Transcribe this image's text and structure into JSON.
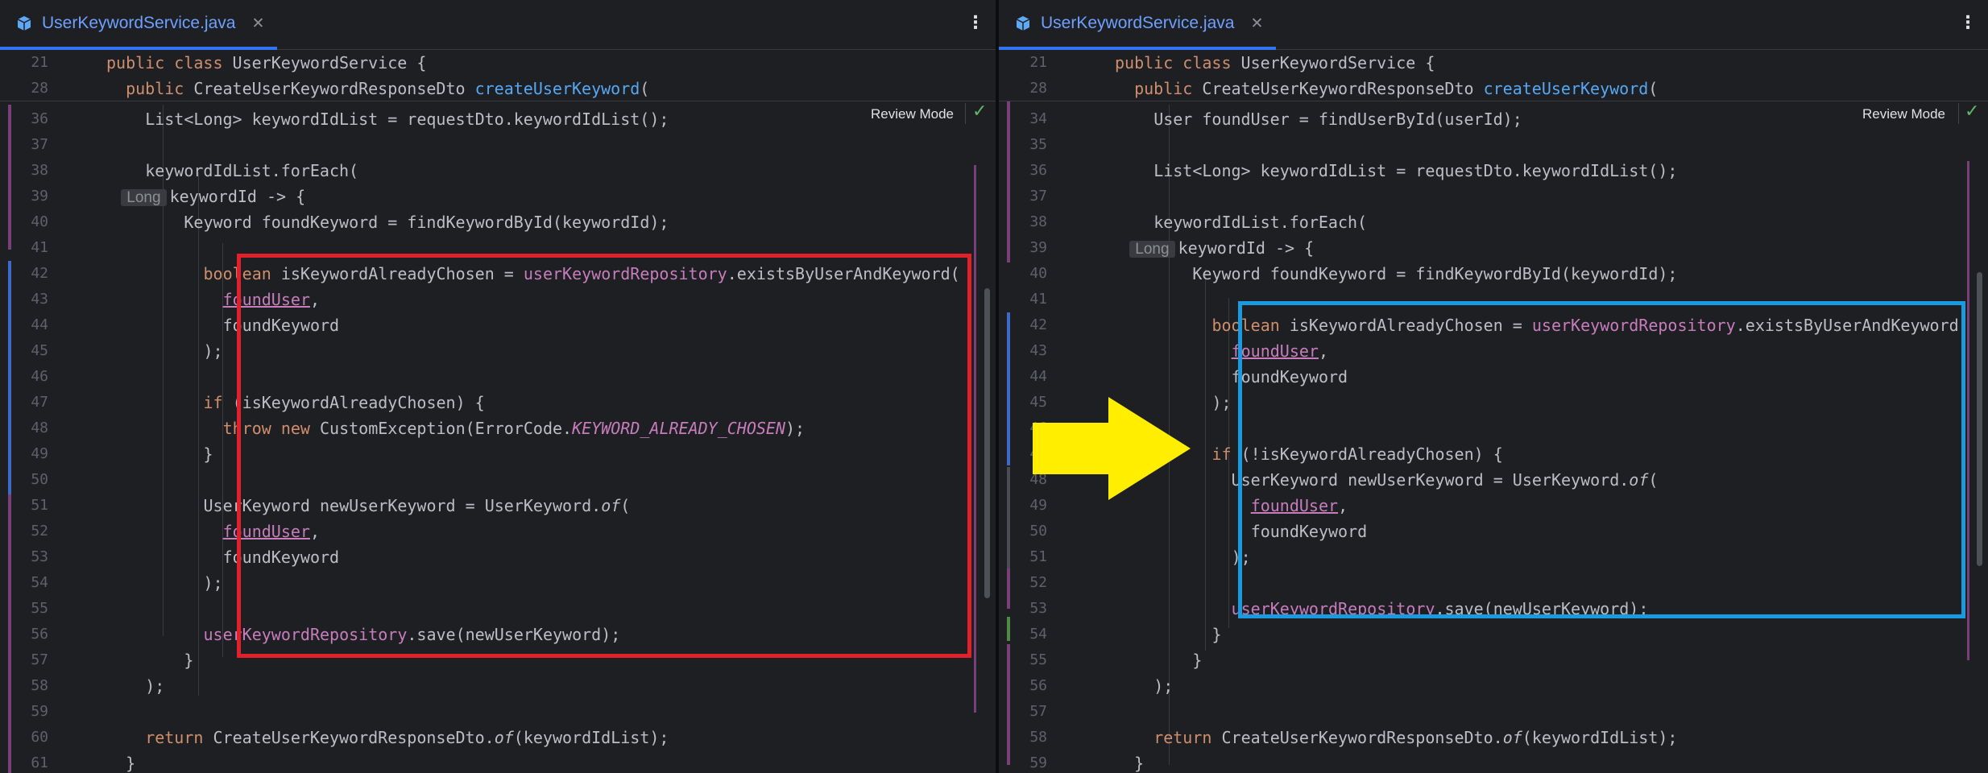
{
  "left": {
    "tab_title": "UserKeywordService.java",
    "review_mode_label": "Review Mode",
    "sticky": [
      {
        "ln": "21",
        "segments": [
          [
            "kw",
            "public class "
          ],
          [
            "",
            "UserKeywordService {"
          ]
        ]
      },
      {
        "ln": "28",
        "segments": [
          [
            "kw",
            "public "
          ],
          [
            "",
            "CreateUserKeywordResponseDto "
          ],
          [
            "fn",
            "createUserKeyword"
          ],
          [
            "",
            "("
          ]
        ]
      }
    ],
    "lines": [
      {
        "ln": "36",
        "segments": [
          [
            "",
            "List<Long> keywordIdList = requestDto.keywordIdList();"
          ]
        ]
      },
      {
        "ln": "37",
        "segments": []
      },
      {
        "ln": "38",
        "segments": [
          [
            "",
            "keywordIdList.forEach("
          ]
        ]
      },
      {
        "ln": "39",
        "hint": "Long",
        "segments": [
          [
            "",
            "keywordId -> {"
          ]
        ]
      },
      {
        "ln": "40",
        "segments": [
          [
            "",
            "Keyword foundKeyword = findKeywordById(keywordId);"
          ]
        ]
      },
      {
        "ln": "41",
        "segments": []
      },
      {
        "ln": "42",
        "segments": [
          [
            "kw",
            "boolean "
          ],
          [
            "",
            "isKeywordAlreadyChosen = "
          ],
          [
            "fld",
            "userKeywordRepository"
          ],
          [
            "",
            ".existsByUserAndKeyword("
          ]
        ]
      },
      {
        "ln": "43",
        "segments": [
          [
            "fldu",
            "foundUser"
          ],
          [
            "",
            ","
          ]
        ]
      },
      {
        "ln": "44",
        "segments": [
          [
            "",
            "foundKeyword"
          ]
        ]
      },
      {
        "ln": "45",
        "segments": [
          [
            "",
            ");"
          ]
        ]
      },
      {
        "ln": "46",
        "segments": []
      },
      {
        "ln": "47",
        "segments": [
          [
            "kw",
            "if "
          ],
          [
            "",
            "(isKeywordAlreadyChosen) {"
          ]
        ]
      },
      {
        "ln": "48",
        "segments": [
          [
            "kw",
            "throw new "
          ],
          [
            "",
            "CustomException(ErrorCode."
          ],
          [
            "const",
            "KEYWORD_ALREADY_CHOSEN"
          ],
          [
            "",
            ");"
          ]
        ]
      },
      {
        "ln": "49",
        "segments": [
          [
            "",
            "}"
          ]
        ]
      },
      {
        "ln": "50",
        "segments": []
      },
      {
        "ln": "51",
        "segments": [
          [
            "",
            "UserKeyword newUserKeyword = UserKeyword."
          ],
          [
            "ital",
            "of"
          ],
          [
            "",
            "("
          ]
        ]
      },
      {
        "ln": "52",
        "segments": [
          [
            "fldu",
            "foundUser"
          ],
          [
            "",
            ","
          ]
        ]
      },
      {
        "ln": "53",
        "segments": [
          [
            "",
            "foundKeyword"
          ]
        ]
      },
      {
        "ln": "54",
        "segments": [
          [
            "",
            ");"
          ]
        ]
      },
      {
        "ln": "55",
        "segments": []
      },
      {
        "ln": "56",
        "segments": [
          [
            "fld",
            "userKeywordRepository"
          ],
          [
            "",
            ".save(newUserKeyword);"
          ]
        ]
      },
      {
        "ln": "57",
        "segments": [
          [
            "",
            "}"
          ]
        ]
      },
      {
        "ln": "58",
        "segments": [
          [
            "",
            ");"
          ]
        ]
      },
      {
        "ln": "59",
        "segments": []
      },
      {
        "ln": "60",
        "segments": [
          [
            "kw",
            "return "
          ],
          [
            "",
            "CreateUserKeywordResponseDto."
          ],
          [
            "ital",
            "of"
          ],
          [
            "",
            "(keywordIdList);"
          ]
        ]
      },
      {
        "ln": "61",
        "segments": [
          [
            "",
            "}"
          ]
        ]
      }
    ]
  },
  "right": {
    "tab_title": "UserKeywordService.java",
    "review_mode_label": "Review Mode",
    "sticky": [
      {
        "ln": "21",
        "segments": [
          [
            "kw",
            "public class "
          ],
          [
            "",
            "UserKeywordService {"
          ]
        ]
      },
      {
        "ln": "28",
        "segments": [
          [
            "kw",
            "public "
          ],
          [
            "",
            "CreateUserKeywordResponseDto "
          ],
          [
            "fn",
            "createUserKeyword"
          ],
          [
            "",
            "("
          ]
        ]
      }
    ],
    "lines": [
      {
        "ln": "34",
        "segments": [
          [
            "",
            "User foundUser = findUserById(userId);"
          ]
        ]
      },
      {
        "ln": "35",
        "segments": []
      },
      {
        "ln": "36",
        "segments": [
          [
            "",
            "List<Long> keywordIdList = requestDto.keywordIdList();"
          ]
        ]
      },
      {
        "ln": "37",
        "segments": []
      },
      {
        "ln": "38",
        "segments": [
          [
            "",
            "keywordIdList.forEach("
          ]
        ]
      },
      {
        "ln": "39",
        "hint": "Long",
        "segments": [
          [
            "",
            "keywordId -> {"
          ]
        ]
      },
      {
        "ln": "40",
        "segments": [
          [
            "",
            "Keyword foundKeyword = findKeywordById(keywordId);"
          ]
        ]
      },
      {
        "ln": "41",
        "segments": []
      },
      {
        "ln": "42",
        "segments": [
          [
            "kw",
            "boolean "
          ],
          [
            "",
            "isKeywordAlreadyChosen = "
          ],
          [
            "fld",
            "userKeywordRepository"
          ],
          [
            "",
            ".existsByUserAndKeyword("
          ]
        ]
      },
      {
        "ln": "43",
        "segments": [
          [
            "fldu",
            "foundUser"
          ],
          [
            "",
            ","
          ]
        ]
      },
      {
        "ln": "44",
        "segments": [
          [
            "",
            "foundKeyword"
          ]
        ]
      },
      {
        "ln": "45",
        "segments": [
          [
            "",
            ");"
          ]
        ]
      },
      {
        "ln": "46",
        "segments": []
      },
      {
        "ln": "47",
        "segments": [
          [
            "kw",
            "if "
          ],
          [
            "",
            "(!isKeywordAlreadyChosen) {"
          ]
        ]
      },
      {
        "ln": "48",
        "segments": [
          [
            "",
            "UserKeyword newUserKeyword = UserKeyword."
          ],
          [
            "ital",
            "of"
          ],
          [
            "",
            "("
          ]
        ]
      },
      {
        "ln": "49",
        "segments": [
          [
            "fldu",
            "foundUser"
          ],
          [
            "",
            ","
          ]
        ]
      },
      {
        "ln": "50",
        "segments": [
          [
            "",
            "foundKeyword"
          ]
        ]
      },
      {
        "ln": "51",
        "segments": [
          [
            "",
            ");"
          ]
        ]
      },
      {
        "ln": "52",
        "segments": []
      },
      {
        "ln": "53",
        "segments": [
          [
            "fld",
            "userKeywordRepository"
          ],
          [
            "",
            ".save(newUserKeyword);"
          ]
        ]
      },
      {
        "ln": "54",
        "segments": [
          [
            "",
            "}"
          ]
        ]
      },
      {
        "ln": "55",
        "segments": [
          [
            "",
            "}"
          ]
        ]
      },
      {
        "ln": "56",
        "segments": [
          [
            "",
            ");"
          ]
        ]
      },
      {
        "ln": "57",
        "segments": []
      },
      {
        "ln": "58",
        "segments": [
          [
            "kw",
            "return "
          ],
          [
            "",
            "CreateUserKeywordResponseDto."
          ],
          [
            "ital",
            "of"
          ],
          [
            "",
            "(keywordIdList);"
          ]
        ]
      },
      {
        "ln": "59",
        "segments": [
          [
            "",
            "}"
          ]
        ]
      }
    ]
  },
  "colors": {
    "removed_box": "#e0202a",
    "added_box": "#1a9be0",
    "arrow": "#ffee00",
    "keyword": "#cf8e6d",
    "field": "#c77dbb",
    "method": "#56a8f5",
    "gutter_modified": "#3d6ac8",
    "gutter_purple": "#7a3f78",
    "gutter_green": "#4f8a45"
  },
  "icons": [
    "java-class-icon",
    "close-icon",
    "kebab-menu-icon",
    "checkmark-icon",
    "arrow-right-icon"
  ]
}
